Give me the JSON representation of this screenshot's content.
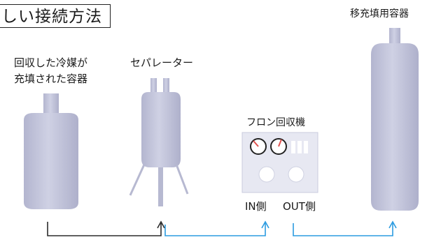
{
  "title": "しい接続方法",
  "labels": {
    "source_line1": "回収した冷媒が",
    "source_line2": "充填された容器",
    "separator": "セパレーター",
    "recovery_machine": "フロン回収機",
    "in_side": "IN側",
    "out_side": "OUT側",
    "transfer_container": "移充填用容器"
  },
  "colors": {
    "cylinder": "#c4c6dc",
    "cylinder_shade": "#adafcb",
    "panel": "#e7e8f2",
    "gauge_needle": "#e0524f",
    "pipe_black": "#2b2b2b",
    "pipe_blue": "#2b9be0"
  }
}
